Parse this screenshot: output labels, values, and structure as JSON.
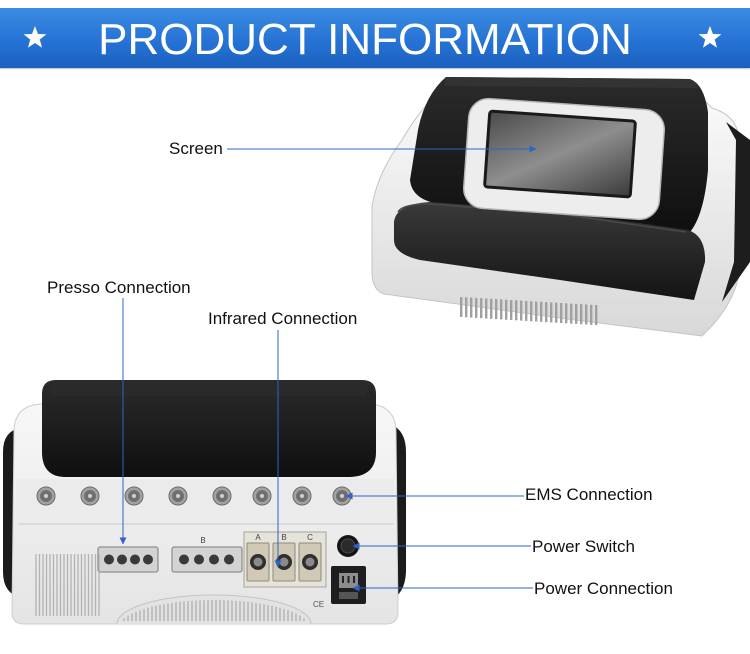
{
  "banner": {
    "title": "PRODUCT INFORMATION",
    "left_icon": "star-icon",
    "right_icon": "star-icon",
    "color": "#2673d5"
  },
  "callouts": {
    "screen": "Screen",
    "presso_connection": "Presso Connection",
    "infrared_connection": "Infrared Connection",
    "ems_connection": "EMS Connection",
    "power_switch": "Power Switch",
    "power_connection": "Power Connection"
  },
  "rear_panel": {
    "block_label": "B",
    "socket_labels": [
      "A",
      "B",
      "C"
    ],
    "certification_mark": "CE"
  },
  "colors": {
    "callout_line": "#2f63c8",
    "device_black": "#181818",
    "device_white": "#efefef"
  }
}
